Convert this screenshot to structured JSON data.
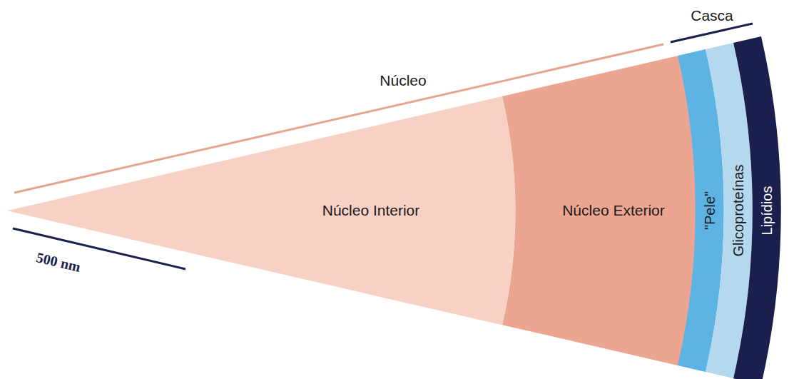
{
  "diagram": {
    "nodes": [
      {
        "text": [
          "Núcleo Interior"
        ]
      },
      {
        "text": [
          "Núcleo Exterior"
        ]
      },
      {
        "text": [
          "\"Pele\""
        ]
      },
      {
        "text": [
          "Glicoproteínas"
        ]
      },
      {
        "text": [
          "Lipídios"
        ]
      }
    ],
    "labels": [
      "Núcleo",
      "Casca",
      "500 nm"
    ]
  }
}
